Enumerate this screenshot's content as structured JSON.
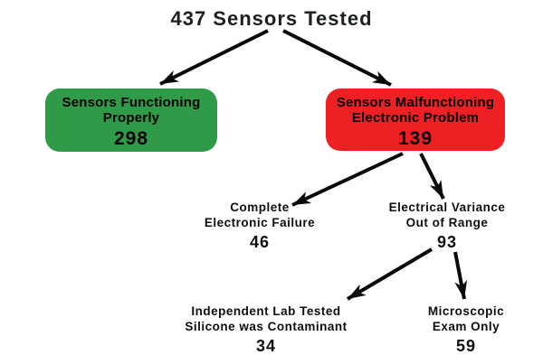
{
  "title": "437 Sensors Tested",
  "colors": {
    "green": "#2f9a48",
    "red": "#ee2024"
  },
  "nodes": {
    "functioning": {
      "line1": "Sensors Functioning",
      "line2": "Properly",
      "value": "298"
    },
    "malfunctioning": {
      "line1": "Sensors Malfunctioning",
      "line2": "Electronic Problem",
      "value": "139"
    },
    "complete_failure": {
      "line1": "Complete",
      "line2": "Electronic Failure",
      "value": "46"
    },
    "variance": {
      "line1": "Electrical Variance",
      "line2": "Out of Range",
      "value": "93"
    },
    "independent_lab": {
      "line1": "Independent Lab Tested",
      "line2": "Silicone was Contaminant",
      "value": "34"
    },
    "microscopic": {
      "line1": "Microscopic",
      "line2": "Exam Only",
      "value": "59"
    }
  }
}
